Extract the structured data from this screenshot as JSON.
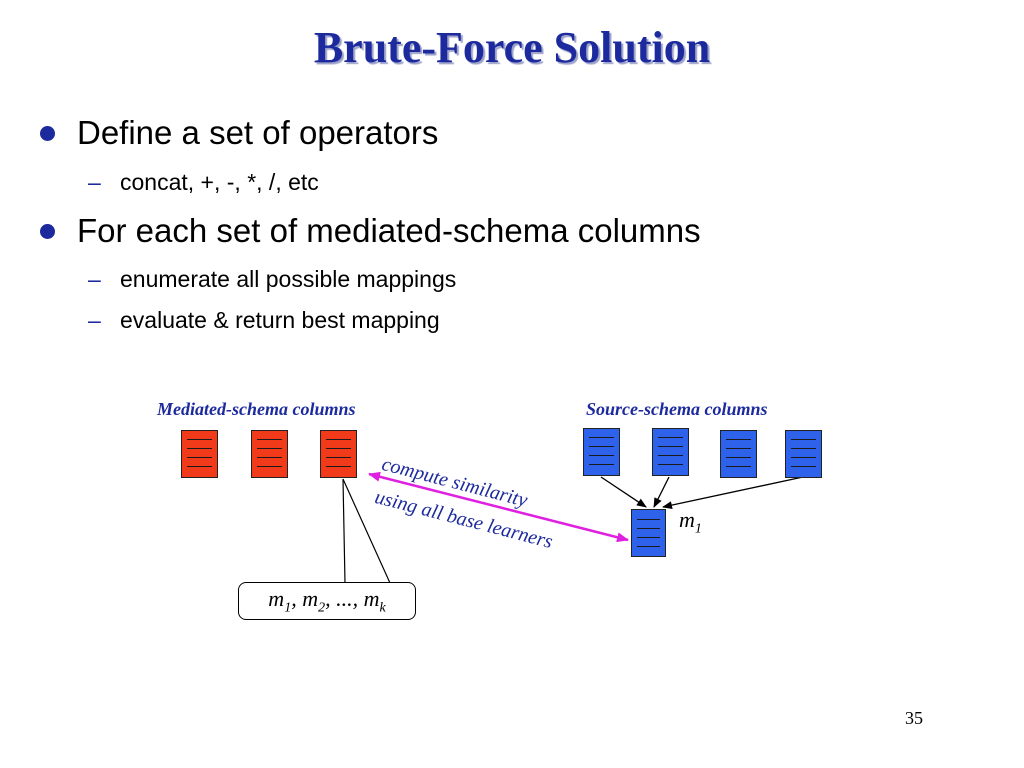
{
  "slide": {
    "title": "Brute-Force Solution",
    "page_number": "35"
  },
  "bullets": [
    {
      "text": "Define a set of operators",
      "subs": [
        "concat, +, -, *, /, etc"
      ]
    },
    {
      "text": "For each set of mediated-schema columns",
      "subs": [
        "enumerate all possible mappings",
        "evaluate & return best mapping"
      ]
    }
  ],
  "diagram": {
    "mediated_caption": "Mediated-schema columns",
    "source_caption": "Source-schema columns",
    "similarity_line1": "compute similarity",
    "similarity_line2": "using all base learners",
    "result_label": {
      "base": "m",
      "sub": "1"
    },
    "mappings": {
      "m": "m",
      "s1": "1",
      "s2": "2",
      "sk": "k",
      "sep1": ", ",
      "sep2": ", ..., "
    },
    "colors": {
      "mediated": "#f03a1a",
      "source": "#2f62ea",
      "arrow": "#e020e0",
      "title": "#1c2a9e"
    }
  }
}
